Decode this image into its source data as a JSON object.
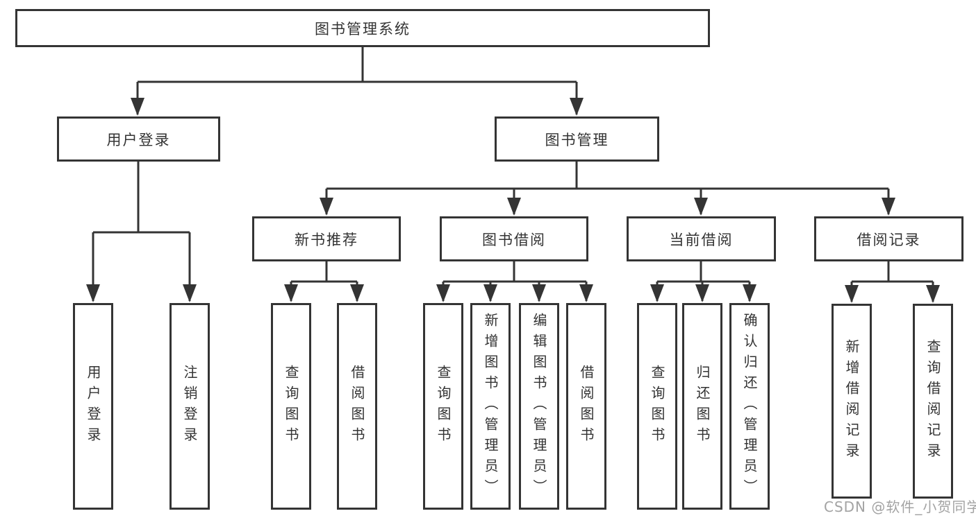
{
  "colors": {
    "line": "#343434",
    "text": "#333333",
    "background": "#ffffff",
    "watermark": "#a3a3a3"
  },
  "watermark": {
    "text": "CSDN @软件_小贺同学"
  },
  "nodes": {
    "root": {
      "label": "图书管理系统"
    },
    "level2": [
      {
        "label": "用户登录"
      },
      {
        "label": "图书管理"
      }
    ],
    "level3": [
      {
        "label": "新书推荐"
      },
      {
        "label": "图书借阅"
      },
      {
        "label": "当前借阅"
      },
      {
        "label": "借阅记录"
      }
    ],
    "leaves": [
      {
        "label": "用户登录"
      },
      {
        "label": "注销登录"
      },
      {
        "label": "查询图书"
      },
      {
        "label": "借阅图书"
      },
      {
        "label": "查询图书"
      },
      {
        "label": "新增图书（管理员）"
      },
      {
        "label": "编辑图书（管理员）"
      },
      {
        "label": "借阅图书"
      },
      {
        "label": "查询图书"
      },
      {
        "label": "归还图书"
      },
      {
        "label": "确认归还（管理员）"
      },
      {
        "label": "新增借阅记录"
      },
      {
        "label": "查询借阅记录"
      }
    ]
  }
}
